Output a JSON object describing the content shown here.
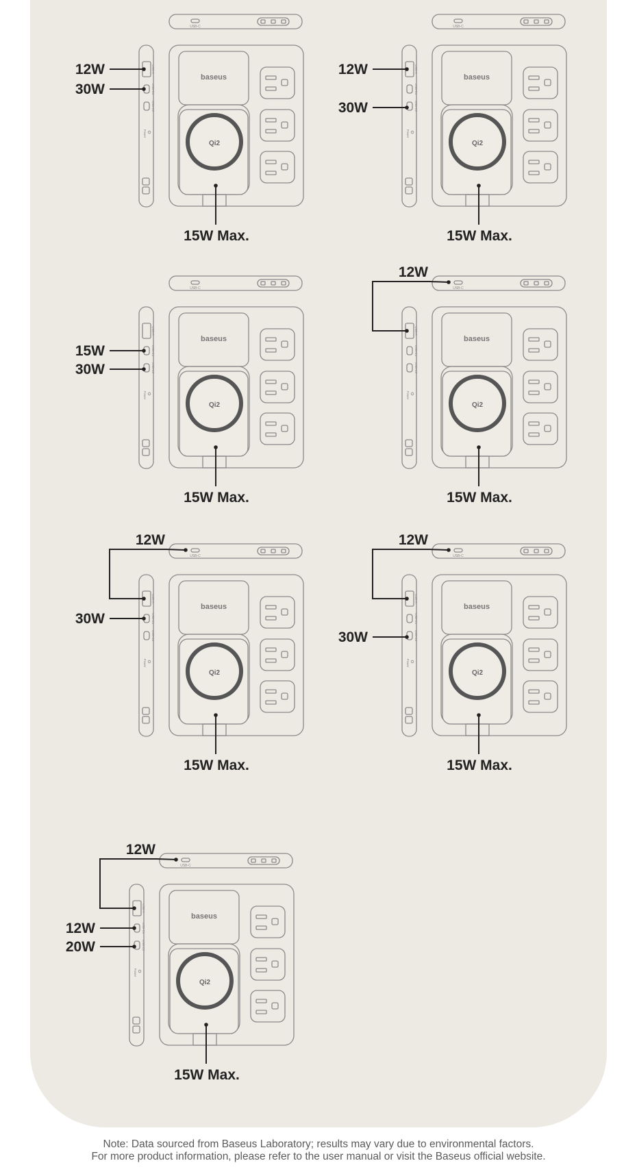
{
  "brand": "baseus",
  "qi_mark": "Qi2",
  "port_labels": {
    "type_c": "USB-C",
    "usb_a": "USB-A",
    "power": "Power"
  },
  "configs": [
    {
      "id": "config-1",
      "top": null,
      "a": "12W",
      "c1": "30W",
      "c2": null,
      "wireless": "15W Max."
    },
    {
      "id": "config-2",
      "top": null,
      "a": "12W",
      "c1": null,
      "c2": "30W",
      "wireless": "15W Max."
    },
    {
      "id": "config-3",
      "top": null,
      "a": null,
      "c1": "15W",
      "c2": "30W",
      "wireless": "15W Max."
    },
    {
      "id": "config-4",
      "top": "12W",
      "a": "top",
      "c1": null,
      "c2": null,
      "wireless": "15W Max."
    },
    {
      "id": "config-5",
      "top": "12W",
      "a": "top",
      "c1": "30W",
      "c2": null,
      "wireless": "15W Max."
    },
    {
      "id": "config-6",
      "top": "12W",
      "a": "top",
      "c1": null,
      "c2": "30W",
      "wireless": "15W Max."
    },
    {
      "id": "config-7",
      "top": "12W",
      "a": "top",
      "c1": "12W",
      "c2": "20W",
      "wireless": "15W Max."
    }
  ],
  "note": {
    "line1": "Note: Data sourced from Baseus Laboratory; results may vary due to environmental factors.",
    "line2": "For more product information, please refer to the user manual or visit the Baseus official website."
  }
}
